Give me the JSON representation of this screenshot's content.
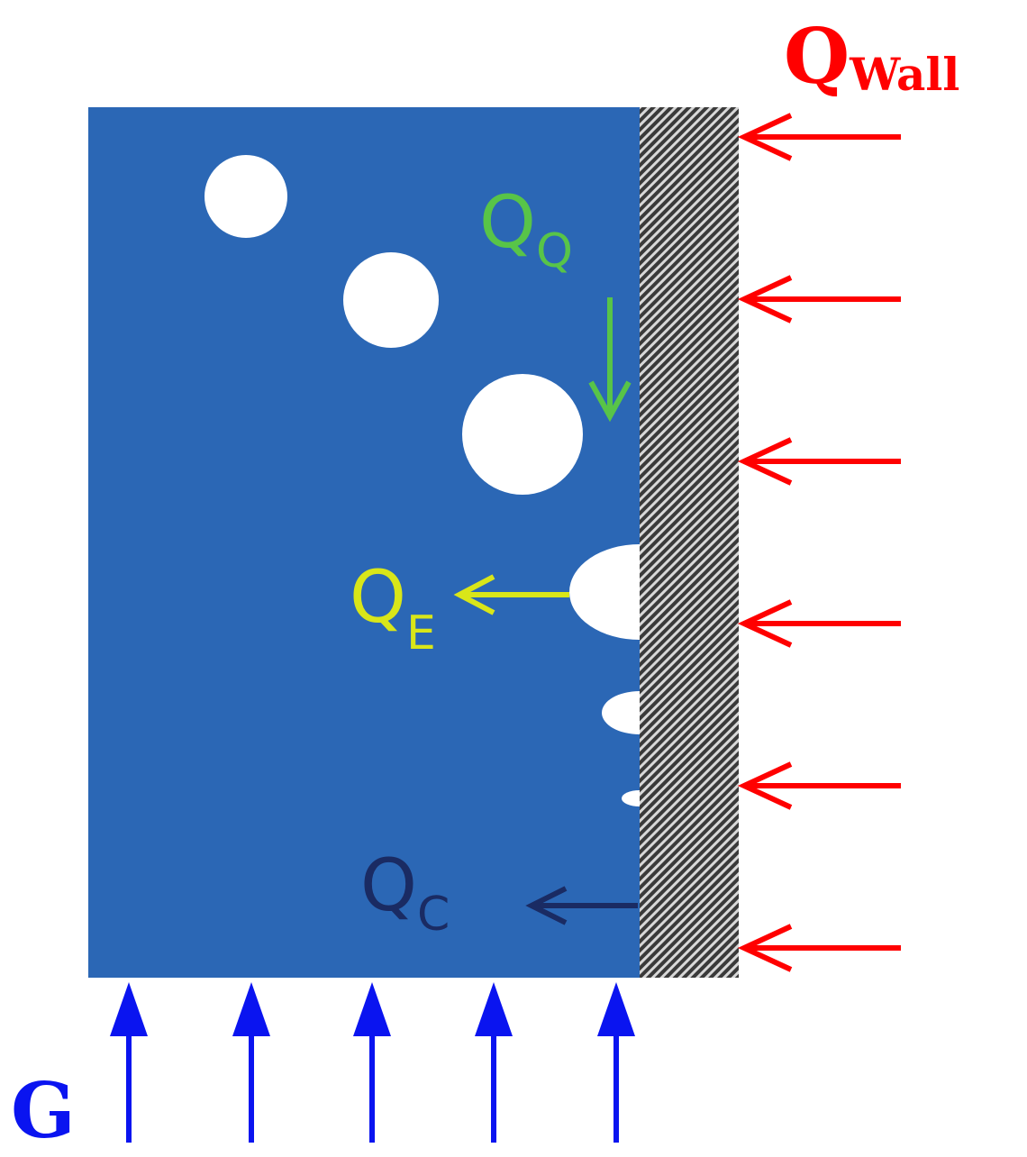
{
  "labels": {
    "q_wall_main": "Q",
    "q_wall_sub": "Wall",
    "q_q_main": "Q",
    "q_q_sub": "Q",
    "q_e_main": "Q",
    "q_e_sub": "E",
    "q_c_main": "Q",
    "q_c_sub": "C",
    "g": "G"
  },
  "colors": {
    "liquid": "#2B67B5",
    "bubble": "#FFFFFF",
    "wall_dark": "#3a3a3a",
    "wall_light": "#d8d8d8",
    "q_wall": "#FF0000",
    "q_q": "#58C448",
    "q_e": "#D9E619",
    "q_c": "#1A2B63",
    "g": "#0A14F0"
  },
  "icons": {
    "wall_heat_arrows": "arrow-left-icon",
    "flow_arrows": "arrow-up-icon",
    "quench_arrow": "arrow-down-icon",
    "evaporation_arrow": "arrow-left-icon",
    "convection_arrow": "arrow-left-icon"
  }
}
